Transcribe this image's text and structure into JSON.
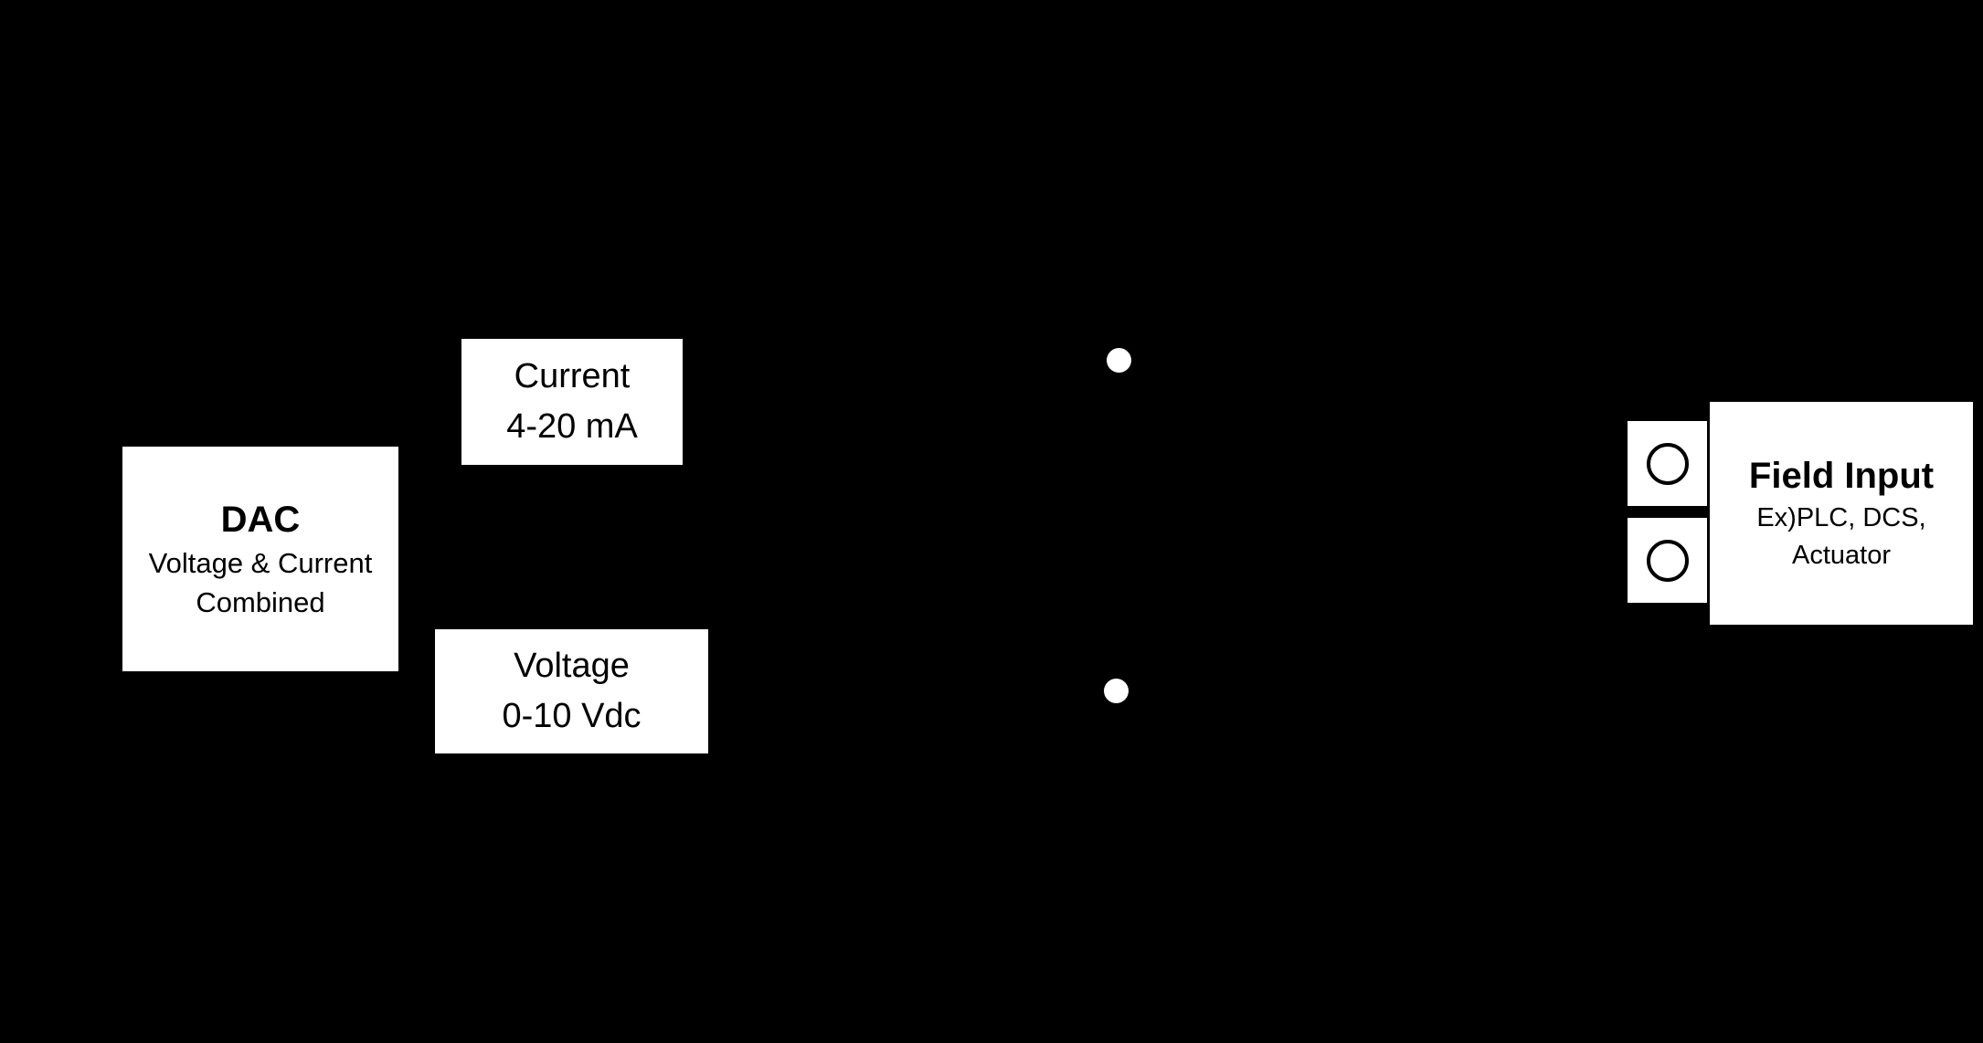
{
  "diagram": {
    "background_color": "#000000",
    "box_color": "#ffffff",
    "text_color": "#000000",
    "dac": {
      "title": "DAC",
      "subtitle_line1": "Voltage & Current",
      "subtitle_line2": "Combined"
    },
    "current_output": {
      "line1": "Current",
      "line2": "4-20 mA"
    },
    "voltage_output": {
      "line1": "Voltage",
      "line2": "0-10 Vdc"
    },
    "field_input": {
      "title": "Field Input",
      "subtitle_line1": "Ex)PLC, DCS,",
      "subtitle_line2": "Actuator"
    },
    "nodes": {
      "current_node": "current-connection-node",
      "voltage_node": "voltage-connection-node"
    },
    "terminals": {
      "top": "field-terminal-top",
      "bottom": "field-terminal-bottom"
    }
  }
}
